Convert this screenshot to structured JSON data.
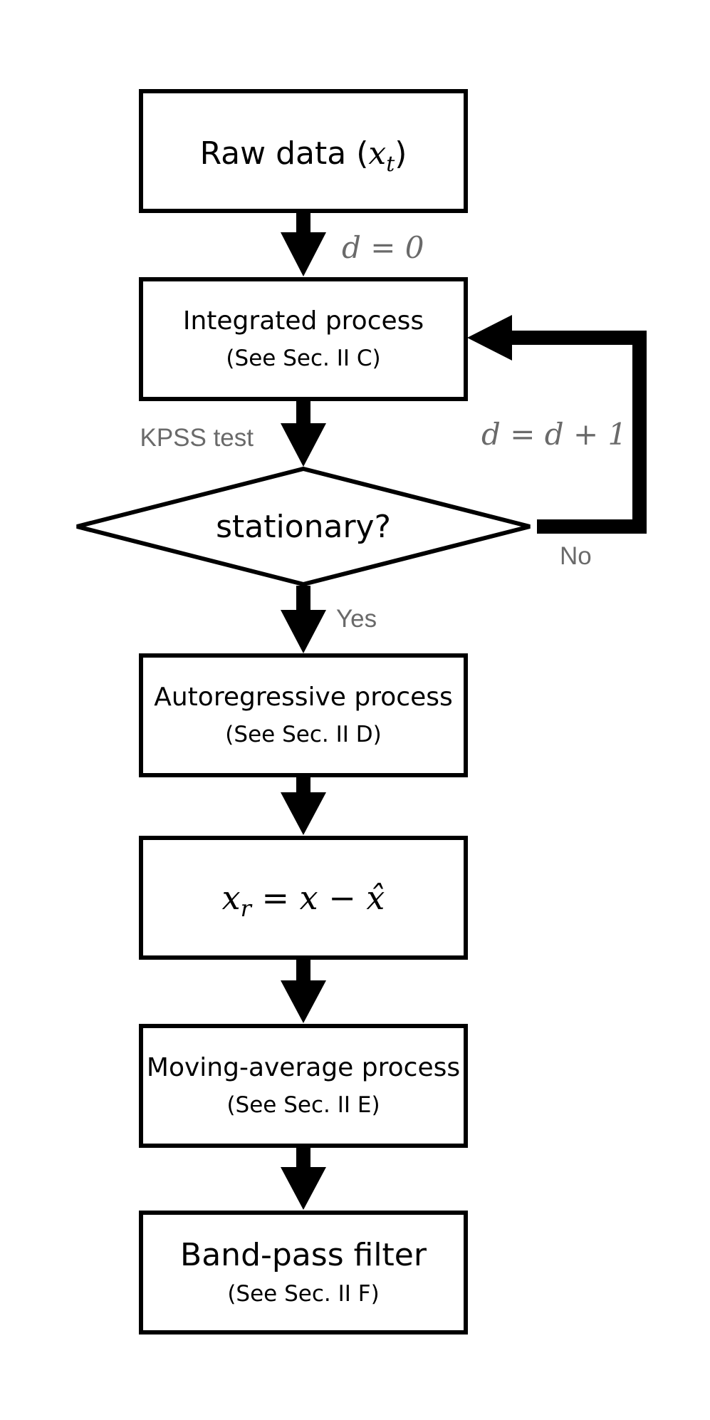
{
  "nodes": {
    "raw_data": {
      "label": "Raw data (",
      "var": "x",
      "sub": "t",
      "close": ")"
    },
    "integrated": {
      "title": "Integrated process",
      "ref": "(See Sec. II C)"
    },
    "decision": {
      "label": "stationary?"
    },
    "autoregressive": {
      "title": "Autoregressive process",
      "ref": "(See Sec. II D)"
    },
    "residual": {
      "lhs": "x",
      "lhs_sub": "r",
      "eq": " = x − ",
      "hat": "x̂"
    },
    "moving_average": {
      "title": "Moving-average process",
      "ref": "(See Sec. II E)"
    },
    "band_pass": {
      "title": "Band-pass filter",
      "ref": "(See Sec. II F)"
    }
  },
  "edges": {
    "init_label": "d = 0",
    "test_label": "KPSS test",
    "yes_label": "Yes",
    "no_label": "No",
    "loop_label": "d = d + 1"
  }
}
